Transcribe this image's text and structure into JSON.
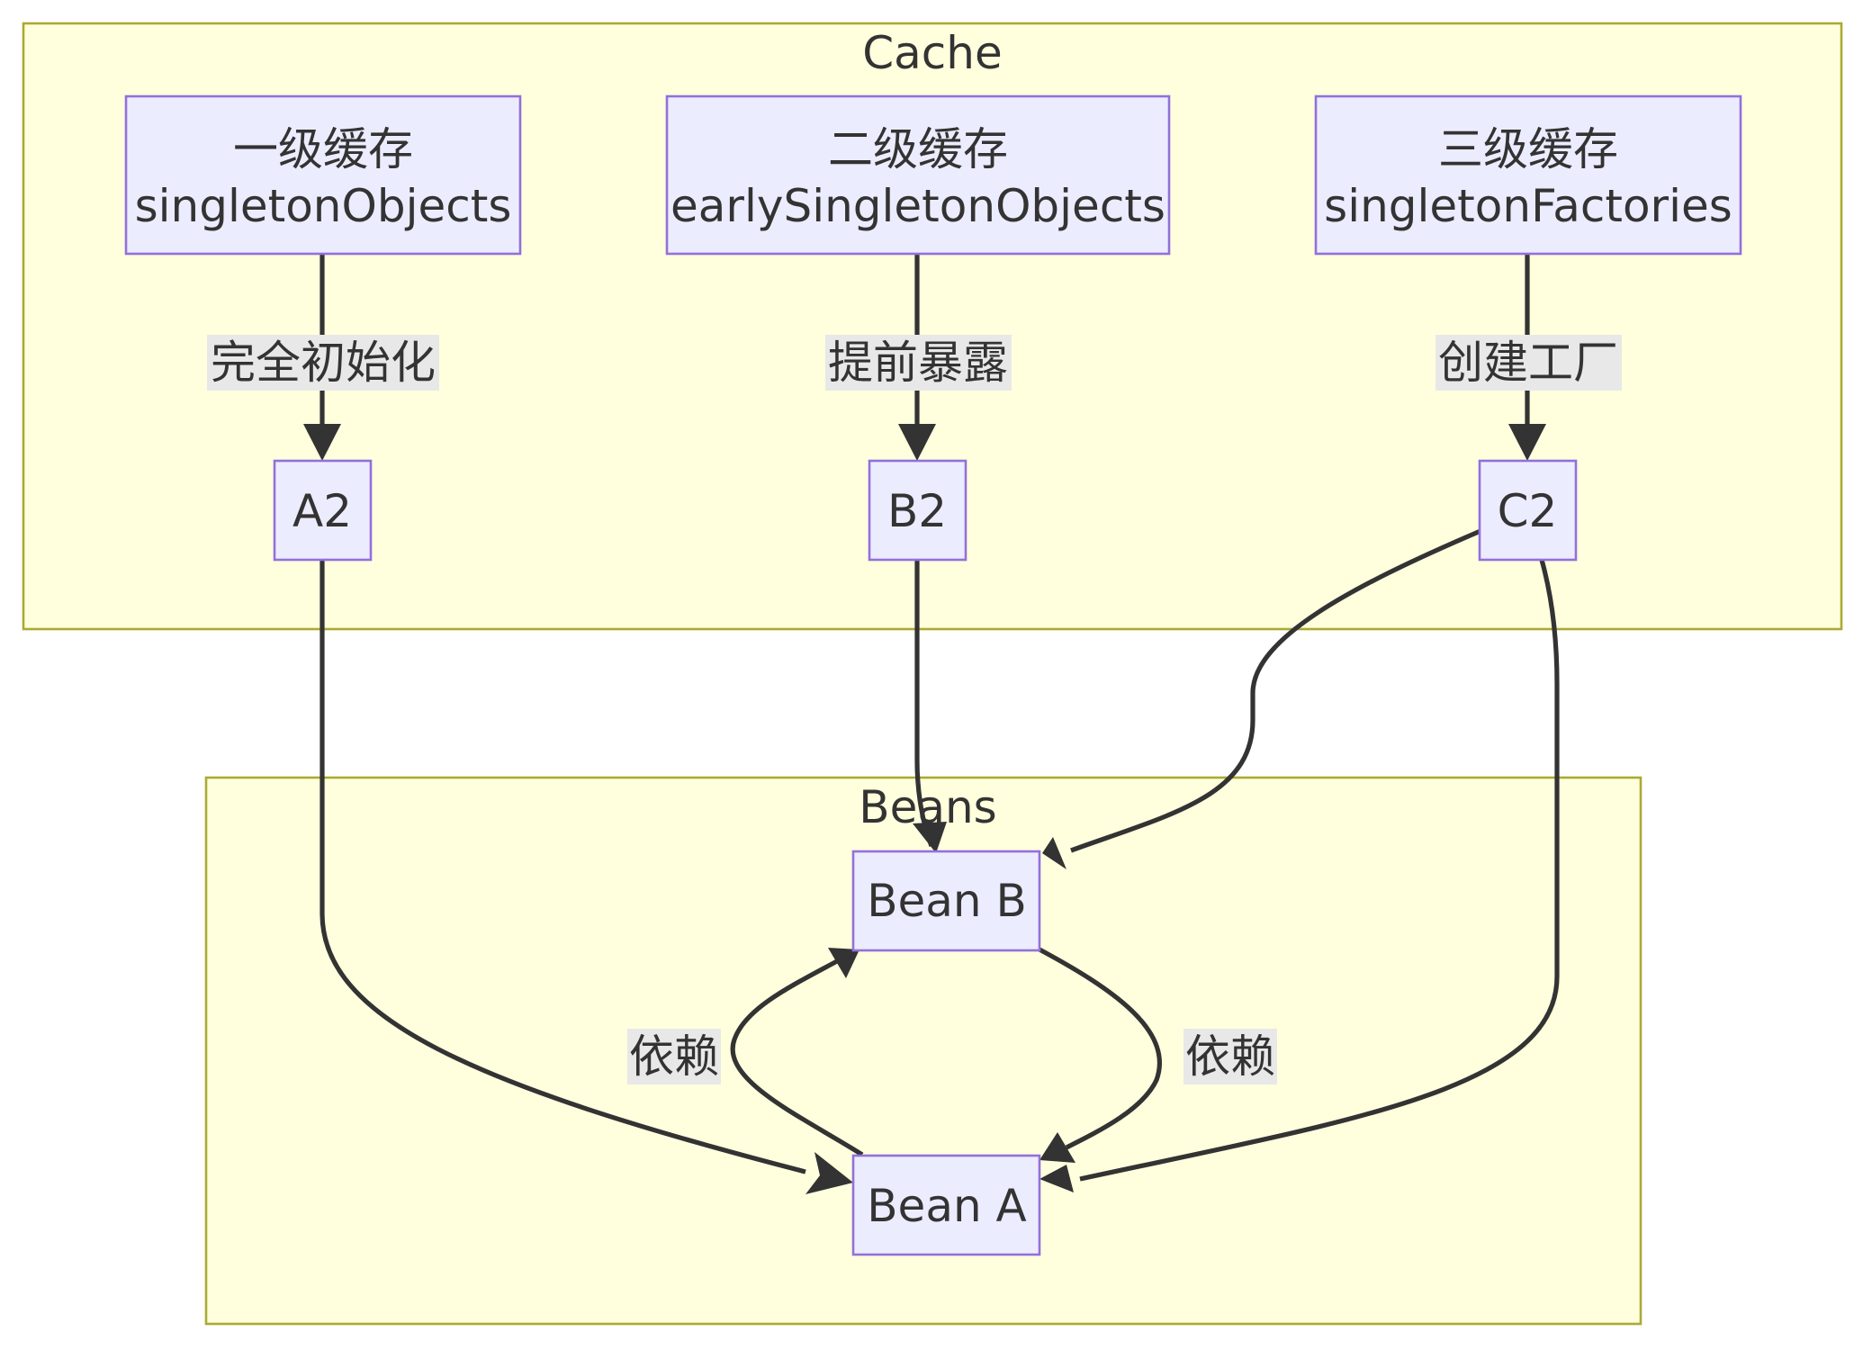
{
  "clusters": {
    "cache": "Cache",
    "beans": "Beans"
  },
  "nodes": {
    "l1": {
      "line1": "一级缓存",
      "line2": "singletonObjects"
    },
    "l2": {
      "line1": "二级缓存",
      "line2": "earlySingletonObjects"
    },
    "l3": {
      "line1": "三级缓存",
      "line2": "singletonFactories"
    },
    "a2": "A2",
    "b2": "B2",
    "c2": "C2",
    "bean_b": "Bean B",
    "bean_a": "Bean A"
  },
  "edges": {
    "l1_a2": "完全初始化",
    "l2_b2": "提前暴露",
    "l3_c2": "创建工厂",
    "a_to_b": "依赖",
    "b_to_a": "依赖"
  },
  "colors": {
    "cluster_fill": "#ffffde",
    "cluster_border": "#aaaa33",
    "node_fill": "#ececff",
    "node_border": "#9370db",
    "edge": "#333333",
    "edge_label_bg": "#e8e8e8"
  }
}
